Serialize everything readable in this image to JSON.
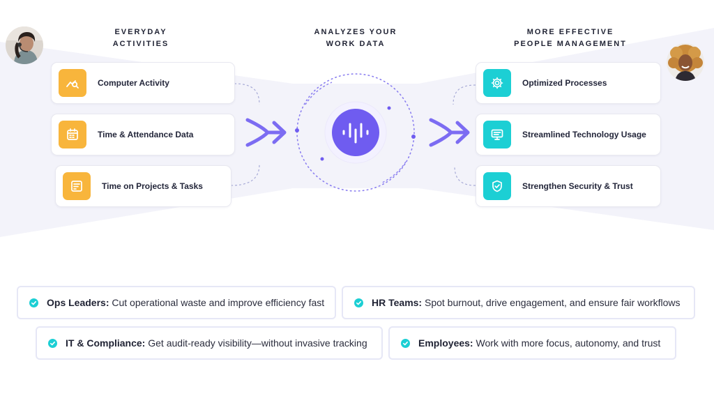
{
  "columns": {
    "left_heading": [
      "EVERYDAY",
      "ACTIVITIES"
    ],
    "center_heading": [
      "ANALYZES YOUR",
      "WORK DATA"
    ],
    "right_heading": [
      "MORE EFFECTIVE",
      "PEOPLE MANAGEMENT"
    ]
  },
  "inputs": [
    {
      "label": "Computer Activity",
      "icon": "activity-chart-icon"
    },
    {
      "label": "Time & Attendance Data",
      "icon": "calendar-icon"
    },
    {
      "label": "Time on Projects & Tasks",
      "icon": "task-list-icon"
    }
  ],
  "outputs": [
    {
      "label": "Optimized Processes",
      "icon": "gear-icon"
    },
    {
      "label": "Streamlined Technology Usage",
      "icon": "monitor-icon"
    },
    {
      "label": "Strengthen Security & Trust",
      "icon": "shield-check-icon"
    }
  ],
  "center": {
    "icon": "sound-wave-icon"
  },
  "benefits": [
    {
      "role": "Ops Leaders:",
      "text": " Cut operational waste and improve efficiency fast"
    },
    {
      "role": "HR Teams:",
      "text": " Spot burnout, drive engagement, and ensure fair workflows"
    },
    {
      "role": "IT & Compliance:",
      "text": " Get audit-ready visibility—without invasive tracking"
    },
    {
      "role": "Employees:",
      "text": " Work with more focus, autonomy, and trust"
    }
  ],
  "colors": {
    "accent_purple": "#6f5cf0",
    "arrow_purple": "#7c6cf2",
    "orange": "#f8b53c",
    "teal": "#1ccfd4",
    "band": "#f3f3fa"
  }
}
